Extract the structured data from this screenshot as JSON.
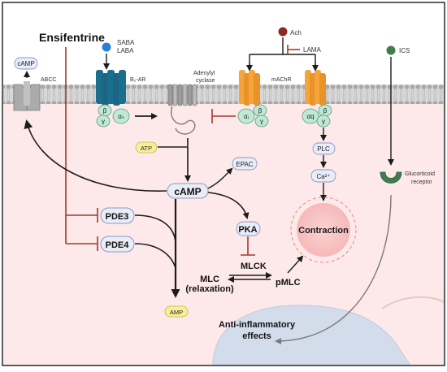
{
  "drug": {
    "ensifentrine": "Ensifentrine",
    "saba": "SABA",
    "laba": "LABA",
    "ach": "Ach",
    "lama": "LAMA",
    "ics": "ICS"
  },
  "membrane": {
    "abcc": "ABCC",
    "camp_out": "cAMP",
    "b2ar": "B₂-AR",
    "adenylyl_1": "Adenylyl",
    "adenylyl_2": "cyclase",
    "machr": "mAChR"
  },
  "gprotein": {
    "alpha_s": "αₛ",
    "alpha_i": "αᵢ",
    "alpha_q": "αq",
    "beta": "β",
    "gamma": "γ"
  },
  "pathway": {
    "atp": "ATP",
    "camp": "cAMP",
    "epac": "EPAC",
    "pde3": "PDE3",
    "pde4": "PDE4",
    "amp": "AMP",
    "pka": "PKA",
    "plc": "PLC",
    "ca": "Ca²⁺",
    "contraction": "Contraction",
    "mlck": "MLCK",
    "mlc_1": "MLC",
    "mlc_2": "(relaxation)",
    "pmlc": "pMLC",
    "gr_1": "Glucorticoid",
    "gr_2": "receptor",
    "anti_1": "Anti-inflammatory",
    "anti_2": "effects"
  },
  "colors": {
    "inhibit": "#a1392b",
    "membrane": "#c9c9c9",
    "cytoplasm": "#fde9e9",
    "receptor_teal": "#1a6f8f",
    "receptor_orange": "#f4a43a",
    "cyclase_grey": "#9e9e9e",
    "node_fill": "#e9edf8",
    "node_stroke": "#8a97c4",
    "ics_green": "#3f7d4a",
    "ach_red": "#8b2a22"
  }
}
